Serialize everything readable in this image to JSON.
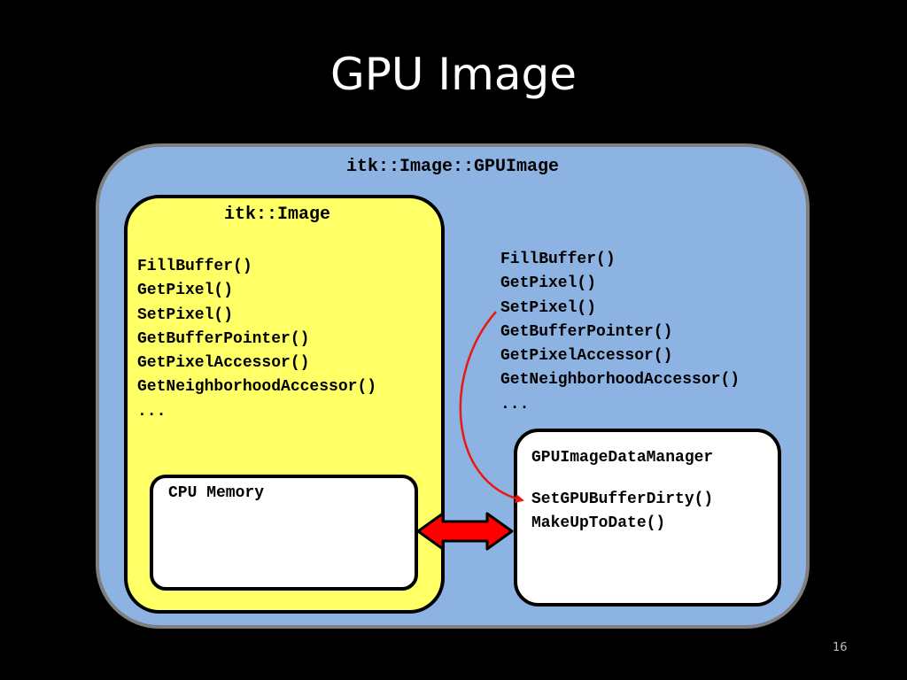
{
  "slide": {
    "title": "GPU Image",
    "page_number": "16"
  },
  "outer_box": {
    "label": "itk::Image::GPUImage",
    "methods": [
      "FillBuffer()",
      "GetPixel()",
      "SetPixel()",
      "GetBufferPointer()",
      "GetPixelAccessor()",
      "GetNeighborhoodAccessor()",
      "..."
    ]
  },
  "image_box": {
    "label": "itk::Image",
    "methods": [
      "FillBuffer()",
      "GetPixel()",
      "SetPixel()",
      "GetBufferPointer()",
      "GetPixelAccessor()",
      "GetNeighborhoodAccessor()",
      "..."
    ]
  },
  "cpu_memory_box": {
    "label": "CPU Memory"
  },
  "data_manager_box": {
    "label": "GPUImageDataManager",
    "methods": [
      "SetGPUBufferDirty()",
      "MakeUpToDate()"
    ]
  },
  "colors": {
    "background": "#000000",
    "outer_fill": "#8db3e2",
    "outer_border": "#7f7f7f",
    "image_fill": "#ffff66",
    "box_fill": "#ffffff",
    "arrow_red": "#ff0000",
    "connector_red": "#e8190f"
  }
}
